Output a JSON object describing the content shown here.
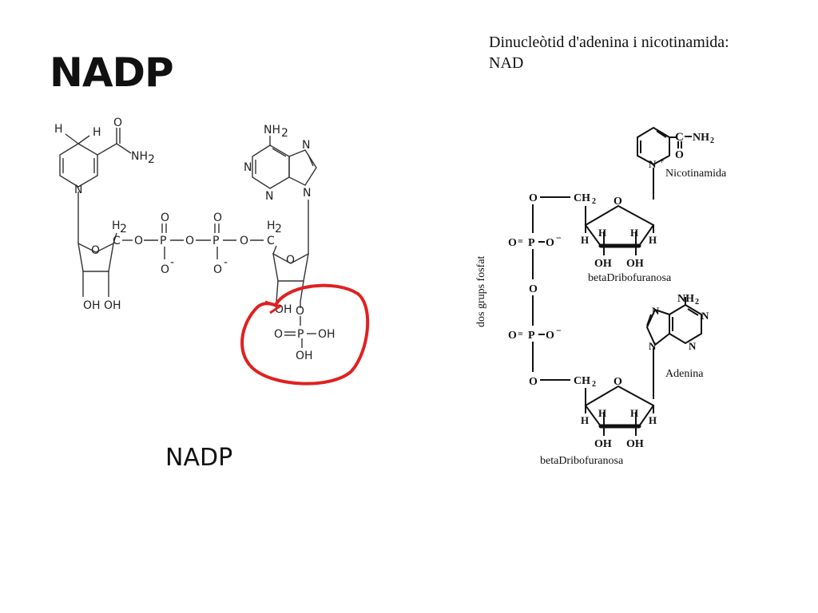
{
  "slide": {
    "title": "NADP",
    "caption": "NADP"
  },
  "nadp": {
    "atoms": {
      "h1": "H",
      "h2": "H",
      "carbonyl_o": "O",
      "amide": "NH",
      "amide_sub": "2",
      "ring_n": "N",
      "ch2_left_h": "H",
      "ch2_left_sub": "2",
      "ch2_left_c": "C",
      "o_bridge1": "O",
      "p1": "P",
      "o_top1": "O",
      "o_bottom1": "O",
      "o_bridge2": "O",
      "p2": "P",
      "o_top2": "O",
      "o_bottom2": "O",
      "o_bridge3": "O",
      "ch2_right_h": "H",
      "ch2_right_sub": "2",
      "ch2_right_c": "C",
      "sugar1_o": "O",
      "oh1": "OH",
      "oh2": "OH",
      "sugar2_o": "O",
      "adenine_nh": "NH",
      "adenine_nh_sub": "2",
      "n1": "N",
      "n3": "N",
      "n7": "N",
      "n9": "N",
      "oh3": "OH",
      "phos_o": "O",
      "phos_o_left": "O",
      "phos_p": "P",
      "phos_oh_right": "OH",
      "phos_oh_bottom": "OH",
      "charge": "-"
    },
    "highlight_color": "#e02020"
  },
  "nad": {
    "title_line1": "Dinucleòtid d'adenina i nicotinamida:",
    "title_line2": "NAD",
    "labels": {
      "nicotinamida": "Nicotinamida",
      "sugar1": "betaDribofuranosa",
      "adenina": "Adenina",
      "sugar2": "betaDribofuranosa",
      "phosphate_groups": "dos grups fosfat"
    },
    "atoms": {
      "amide_c": "C",
      "amide_nh": "NH",
      "amide_sub": "2",
      "amide_o": "O",
      "n_plus": "N",
      "plus": "+",
      "o_top": "O",
      "ch2_top": "CH",
      "ch2_top_sub": "2",
      "ring_o1": "O",
      "p_top": "P",
      "p_top_o_left": "O",
      "p_top_o_right": "O",
      "minus": "−",
      "h": "H",
      "oh": "OH",
      "o_mid": "O",
      "p_bottom": "P",
      "o_bottom": "O",
      "ch2_bottom": "CH",
      "ch2_bottom_sub": "2",
      "ring_o2": "O",
      "aden_nh": "NH",
      "aden_nh_sub": "2",
      "aden_n": "N"
    }
  }
}
